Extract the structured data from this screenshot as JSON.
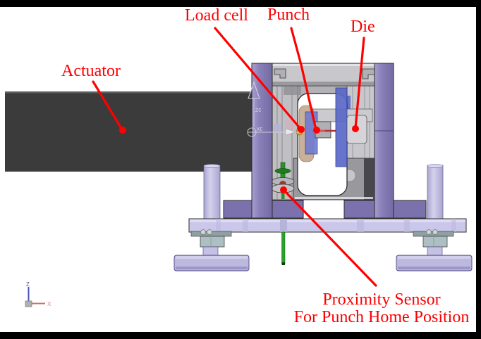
{
  "figure_labels": {
    "actuator": "Actuator",
    "load_cell": "Load cell",
    "punch": "Punch",
    "die": "Die",
    "proximity_line1": "Proximity Sensor",
    "proximity_line2": "For Punch Home Position"
  },
  "datum_labels": {
    "zc": "ZC",
    "xc": "XC"
  },
  "triad_labels": {
    "z": "Z",
    "x": "X"
  },
  "colors": {
    "annotation_red": "#fe0000",
    "actuator_gray": "#3b3b3b",
    "frame_purple": "#8b81ba",
    "support_purple": "#7b72ad",
    "baseplate_lavender": "#cac7ea",
    "leg_lavender": "#c5c1e6",
    "hardware_gray": "#aebfc1",
    "die_holder_blue": "#5a69c8",
    "punch_holder_blue": "#6d7ad0",
    "sensor_green": "#2da02d",
    "load_cell_yellow": "#d2a740",
    "background": "#ffffff",
    "border_black": "#000000"
  }
}
